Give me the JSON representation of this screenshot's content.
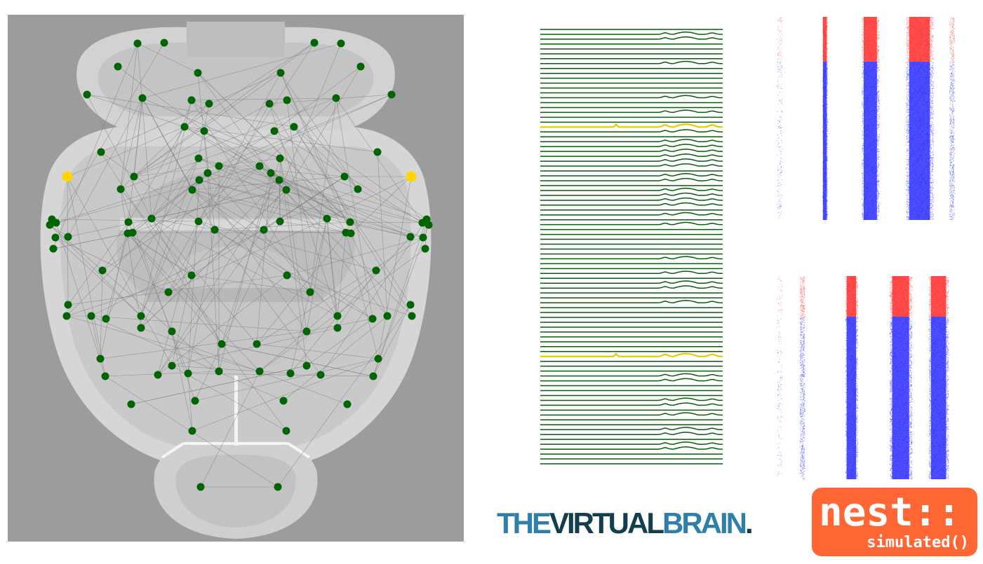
{
  "colors": {
    "brain_bg": "#9c9c9c",
    "node": "#006400",
    "node_highlight": "#ffd700",
    "edge": "#7a7a7a",
    "trace": "#0a5c0a",
    "trace_highlight": "#e8c800",
    "raster_excitatory": "#ff3030",
    "raster_inhibitory": "#3030ff",
    "tvb_light": "#2f7fa8",
    "tvb_dark": "#123e4e",
    "nest_orange": "#ff6633"
  },
  "logos": {
    "tvb": {
      "part1": "THE",
      "part2": "VIRTUAL",
      "part3": "BRAIN",
      "dot": "."
    },
    "nest": {
      "main": "nest::",
      "sub": "simulated()"
    }
  },
  "traces": {
    "count": 90,
    "highlighted": [
      20,
      67
    ]
  },
  "raster": {
    "top": [
      {
        "pos": 0.04,
        "width": 0.02,
        "split": 0.22,
        "density": 0.15
      },
      {
        "pos": 0.28,
        "width": 0.02,
        "split": 0.22,
        "density": 0.9
      },
      {
        "pos": 0.52,
        "width": 0.07,
        "split": 0.22,
        "density": 0.9
      },
      {
        "pos": 0.78,
        "width": 0.11,
        "split": 0.22,
        "density": 0.95
      },
      {
        "pos": 0.95,
        "width": 0.02,
        "split": 0.22,
        "density": 0.5
      }
    ],
    "bottom": [
      {
        "pos": 0.04,
        "width": 0.02,
        "split": 0.2,
        "density": 0.1
      },
      {
        "pos": 0.16,
        "width": 0.02,
        "split": 0.2,
        "density": 0.6
      },
      {
        "pos": 0.42,
        "width": 0.05,
        "split": 0.2,
        "density": 0.85
      },
      {
        "pos": 0.68,
        "width": 0.09,
        "split": 0.2,
        "density": 0.95
      },
      {
        "pos": 0.88,
        "width": 0.08,
        "split": 0.2,
        "density": 0.95
      }
    ]
  }
}
